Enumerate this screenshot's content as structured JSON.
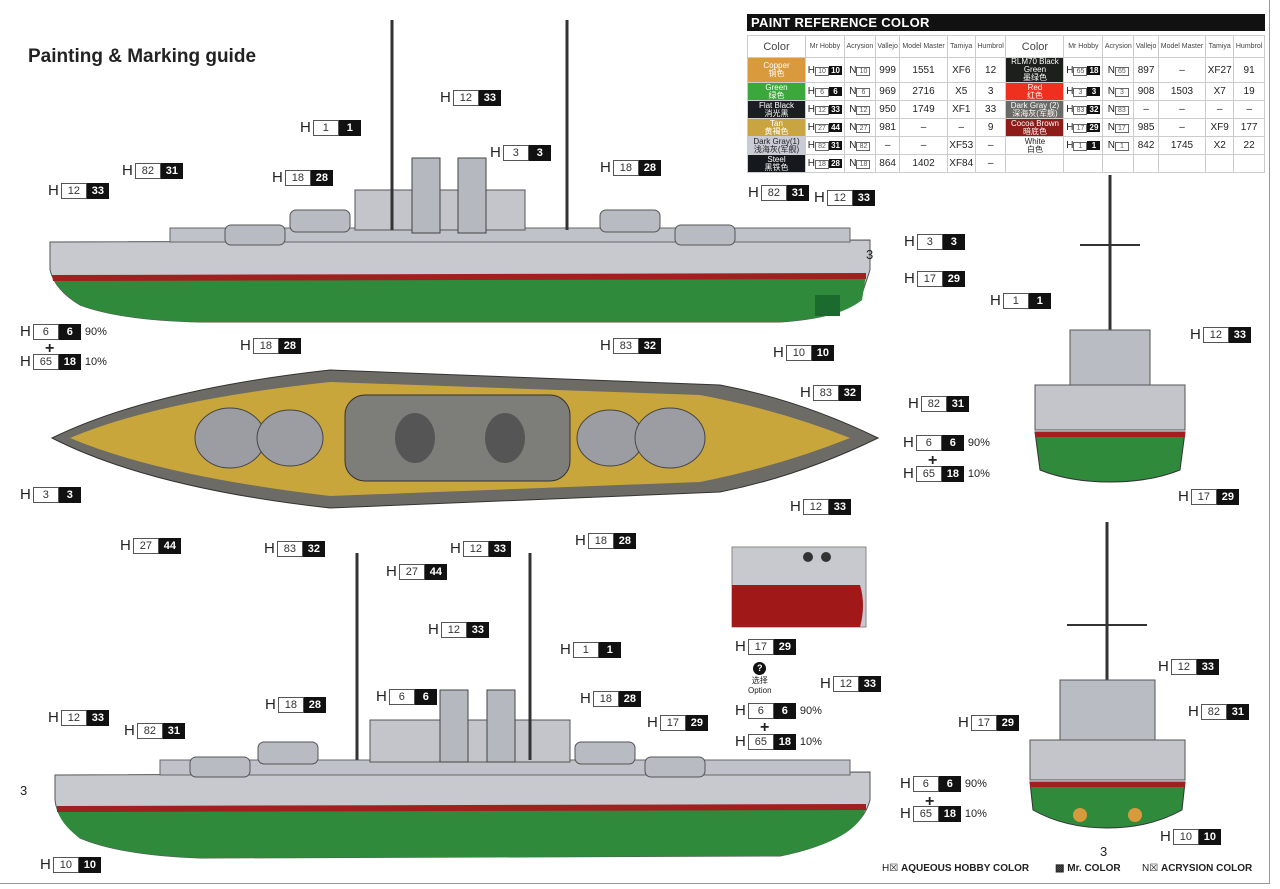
{
  "title": "Painting & Marking guide",
  "paint_table": {
    "heading": "PAINT  REFERENCE COLOR",
    "columns": [
      "Color",
      "Mr Hobby",
      "Acrysion",
      "Vallejo",
      "Model Master",
      "Tamiya",
      "Humbrol"
    ],
    "left": [
      {
        "name": "Copper",
        "cn": "铜色",
        "color": "#d89a3c",
        "h": "10",
        "m": "10",
        "n": "10",
        "vallejo": "999",
        "mm": "1551",
        "tamiya": "XF6",
        "humbrol": "12"
      },
      {
        "name": "Green",
        "cn": "绿色",
        "color": "#3aa83a",
        "h": "6",
        "m": "6",
        "n": "6",
        "vallejo": "969",
        "mm": "2716",
        "tamiya": "X5",
        "humbrol": "3"
      },
      {
        "name": "Flat Black",
        "cn": "消光黑",
        "color": "#1a1d22",
        "h": "12",
        "m": "33",
        "n": "12",
        "vallejo": "950",
        "mm": "1749",
        "tamiya": "XF1",
        "humbrol": "33"
      },
      {
        "name": "Tan",
        "cn": "黄褐色",
        "color": "#c8a540",
        "h": "27",
        "m": "44",
        "n": "27",
        "vallejo": "981",
        "mm": "–",
        "tamiya": "–",
        "humbrol": "9"
      },
      {
        "name": "Dark Gray(1)",
        "cn": "浅海灰(军舰)",
        "color": "#c9cbd6",
        "h": "82",
        "m": "31",
        "n": "82",
        "vallejo": "–",
        "mm": "–",
        "tamiya": "XF53",
        "humbrol": "–"
      },
      {
        "name": "Steel",
        "cn": "黑铁色",
        "color": "#15181c",
        "h": "18",
        "m": "28",
        "n": "18",
        "vallejo": "864",
        "mm": "1402",
        "tamiya": "XF84",
        "humbrol": "–"
      }
    ],
    "right": [
      {
        "name": "RLM70 Black Green",
        "cn": "墨绿色",
        "color": "#1d1f1c",
        "h": "65",
        "m": "18",
        "n": "65",
        "vallejo": "897",
        "mm": "–",
        "tamiya": "XF27",
        "humbrol": "91"
      },
      {
        "name": "Red",
        "cn": "红色",
        "color": "#f0301e",
        "h": "3",
        "m": "3",
        "n": "3",
        "vallejo": "908",
        "mm": "1503",
        "tamiya": "X7",
        "humbrol": "19"
      },
      {
        "name": "Dark Gray (2)",
        "cn": "深海灰(军舰)",
        "color": "#6a6b66",
        "h": "83",
        "m": "32",
        "n": "83",
        "vallejo": "–",
        "mm": "–",
        "tamiya": "–",
        "humbrol": "–"
      },
      {
        "name": "Cocoa Brown",
        "cn": "暗底色",
        "color": "#8e1c18",
        "h": "17",
        "m": "29",
        "n": "17",
        "vallejo": "985",
        "mm": "–",
        "tamiya": "XF9",
        "humbrol": "177"
      },
      {
        "name": "White",
        "cn": "白色",
        "color": "#ffffff",
        "h": "1",
        "m": "1",
        "n": "1",
        "vallejo": "842",
        "mm": "1745",
        "tamiya": "X2",
        "humbrol": "22"
      }
    ]
  },
  "callouts": [
    {
      "a": "1",
      "b": "1"
    },
    {
      "a": "12",
      "b": "33"
    },
    {
      "a": "3",
      "b": "3"
    },
    {
      "a": "82",
      "b": "31"
    },
    {
      "a": "18",
      "b": "28"
    },
    {
      "a": "18",
      "b": "28"
    },
    {
      "a": "12",
      "b": "33"
    },
    {
      "a": "82",
      "b": "31"
    },
    {
      "a": "12",
      "b": "33"
    },
    {
      "a": "3",
      "b": "3"
    },
    {
      "a": "17",
      "b": "29"
    },
    {
      "a": "6",
      "b": "6",
      "p": "90%"
    },
    {
      "a": "65",
      "b": "18",
      "p": "10%"
    },
    {
      "a": "10",
      "b": "10"
    },
    {
      "a": "18",
      "b": "28"
    },
    {
      "a": "83",
      "b": "32"
    },
    {
      "a": "83",
      "b": "32"
    },
    {
      "a": "3",
      "b": "3"
    },
    {
      "a": "12",
      "b": "33"
    },
    {
      "a": "27",
      "b": "44"
    },
    {
      "a": "83",
      "b": "32"
    },
    {
      "a": "12",
      "b": "33"
    },
    {
      "a": "18",
      "b": "28"
    },
    {
      "a": "27",
      "b": "44"
    },
    {
      "a": "1",
      "b": "1"
    },
    {
      "a": "12",
      "b": "33"
    },
    {
      "a": "82",
      "b": "31"
    },
    {
      "a": "6",
      "b": "6",
      "p": "90%"
    },
    {
      "a": "65",
      "b": "18",
      "p": "10%"
    },
    {
      "a": "17",
      "b": "29"
    },
    {
      "a": "17",
      "b": "29"
    },
    {
      "a": "6",
      "b": "6",
      "p": "90%"
    },
    {
      "a": "65",
      "b": "18",
      "p": "10%"
    },
    {
      "a": "12",
      "b": "33"
    },
    {
      "a": "1",
      "b": "1"
    },
    {
      "a": "6",
      "b": "6"
    },
    {
      "a": "18",
      "b": "28"
    },
    {
      "a": "18",
      "b": "28"
    },
    {
      "a": "17",
      "b": "29"
    },
    {
      "a": "12",
      "b": "33"
    },
    {
      "a": "12",
      "b": "33"
    },
    {
      "a": "82",
      "b": "31"
    },
    {
      "a": "10",
      "b": "10"
    },
    {
      "a": "12",
      "b": "33"
    },
    {
      "a": "17",
      "b": "29"
    },
    {
      "a": "82",
      "b": "31"
    },
    {
      "a": "6",
      "b": "6",
      "p": "90%"
    },
    {
      "a": "65",
      "b": "18",
      "p": "10%"
    },
    {
      "a": "10",
      "b": "10"
    }
  ],
  "h_prefix": "H",
  "turret_number": "3",
  "plus": "+",
  "option": {
    "cn": "选择",
    "label": "Option",
    "icon": "?"
  },
  "legend": {
    "aqueous": "AQUEOUS HOBBY COLOR",
    "mr": "Mr. COLOR",
    "acrysion": "ACRYSION COLOR"
  }
}
